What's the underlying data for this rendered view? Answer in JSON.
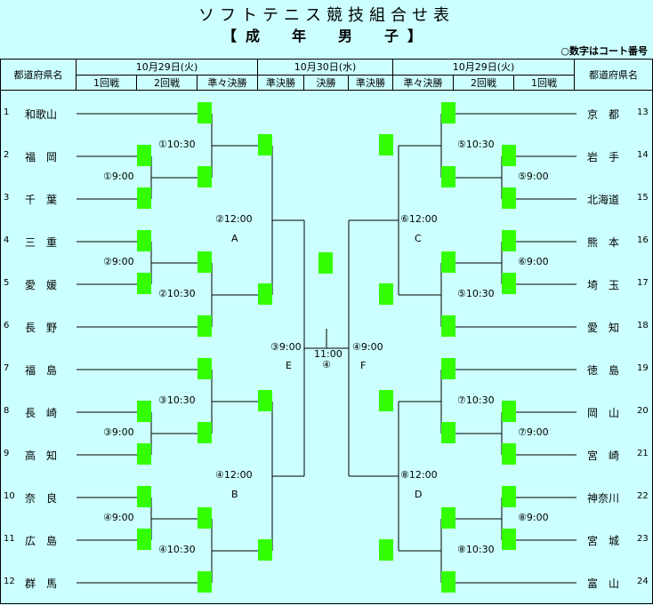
{
  "title": "ソフトテニス競技組合せ表",
  "subtitle": "【成　年　男　子】",
  "note": "○数字はコート番号",
  "header": {
    "pref_label": "都道府県名",
    "date1": "10月29日(火)",
    "date2": "10月30日(水)",
    "date3": "10月29日(火)",
    "rounds_left": [
      "1回戦",
      "2回戦",
      "準々決勝"
    ],
    "rounds_mid": [
      "準決勝",
      "決勝",
      "準決勝"
    ],
    "rounds_right": [
      "準々決勝",
      "2回戦",
      "1回戦"
    ]
  },
  "left_teams": [
    {
      "no": "1",
      "name": "和歌山"
    },
    {
      "no": "2",
      "name": "福　岡"
    },
    {
      "no": "3",
      "name": "千　葉"
    },
    {
      "no": "4",
      "name": "三　重"
    },
    {
      "no": "5",
      "name": "愛　媛"
    },
    {
      "no": "6",
      "name": "長　野"
    },
    {
      "no": "7",
      "name": "福　島"
    },
    {
      "no": "8",
      "name": "長　崎"
    },
    {
      "no": "9",
      "name": "高　知"
    },
    {
      "no": "10",
      "name": "奈　良"
    },
    {
      "no": "11",
      "name": "広　島"
    },
    {
      "no": "12",
      "name": "群　馬"
    }
  ],
  "right_teams": [
    {
      "no": "13",
      "name": "京　都"
    },
    {
      "no": "14",
      "name": "岩　手"
    },
    {
      "no": "15",
      "name": "北海道"
    },
    {
      "no": "16",
      "name": "熊　本"
    },
    {
      "no": "17",
      "name": "埼　玉"
    },
    {
      "no": "18",
      "name": "愛　知"
    },
    {
      "no": "19",
      "name": "徳　島"
    },
    {
      "no": "20",
      "name": "岡　山"
    },
    {
      "no": "21",
      "name": "宮　崎"
    },
    {
      "no": "22",
      "name": "神奈川"
    },
    {
      "no": "23",
      "name": "宮　城"
    },
    {
      "no": "24",
      "name": "富　山"
    }
  ],
  "match_labels": {
    "l_r1_a": "①9:00",
    "l_r1_b": "②9:00",
    "l_r1_c": "③9:00",
    "l_r1_d": "④9:00",
    "l_r2_a": "①10:30",
    "l_r2_b": "②10:30",
    "l_r2_c": "③10:30",
    "l_r2_d": "④10:30",
    "l_qf_a": "②12:00",
    "l_qf_b": "④12:00",
    "l_sf": "③9:00",
    "r_r1_a": "⑤9:00",
    "r_r1_b": "⑥9:00",
    "r_r1_c": "⑦9:00",
    "r_r1_d": "⑧9:00",
    "r_r2_a": "⑤10:30",
    "r_r2_b": "⑤10:30",
    "r_r2_c": "⑦10:30",
    "r_r2_d": "⑧10:30",
    "r_qf_a": "⑥12:00",
    "r_qf_b": "⑧12:00",
    "r_sf": "④9:00",
    "final_time": "11:00",
    "final_court": "④"
  },
  "block_letters": {
    "A": "A",
    "B": "B",
    "C": "C",
    "D": "D",
    "E": "E",
    "F": "F"
  },
  "colors": {
    "background": "#ccffff",
    "box": "#33ff00",
    "line": "#000000"
  }
}
